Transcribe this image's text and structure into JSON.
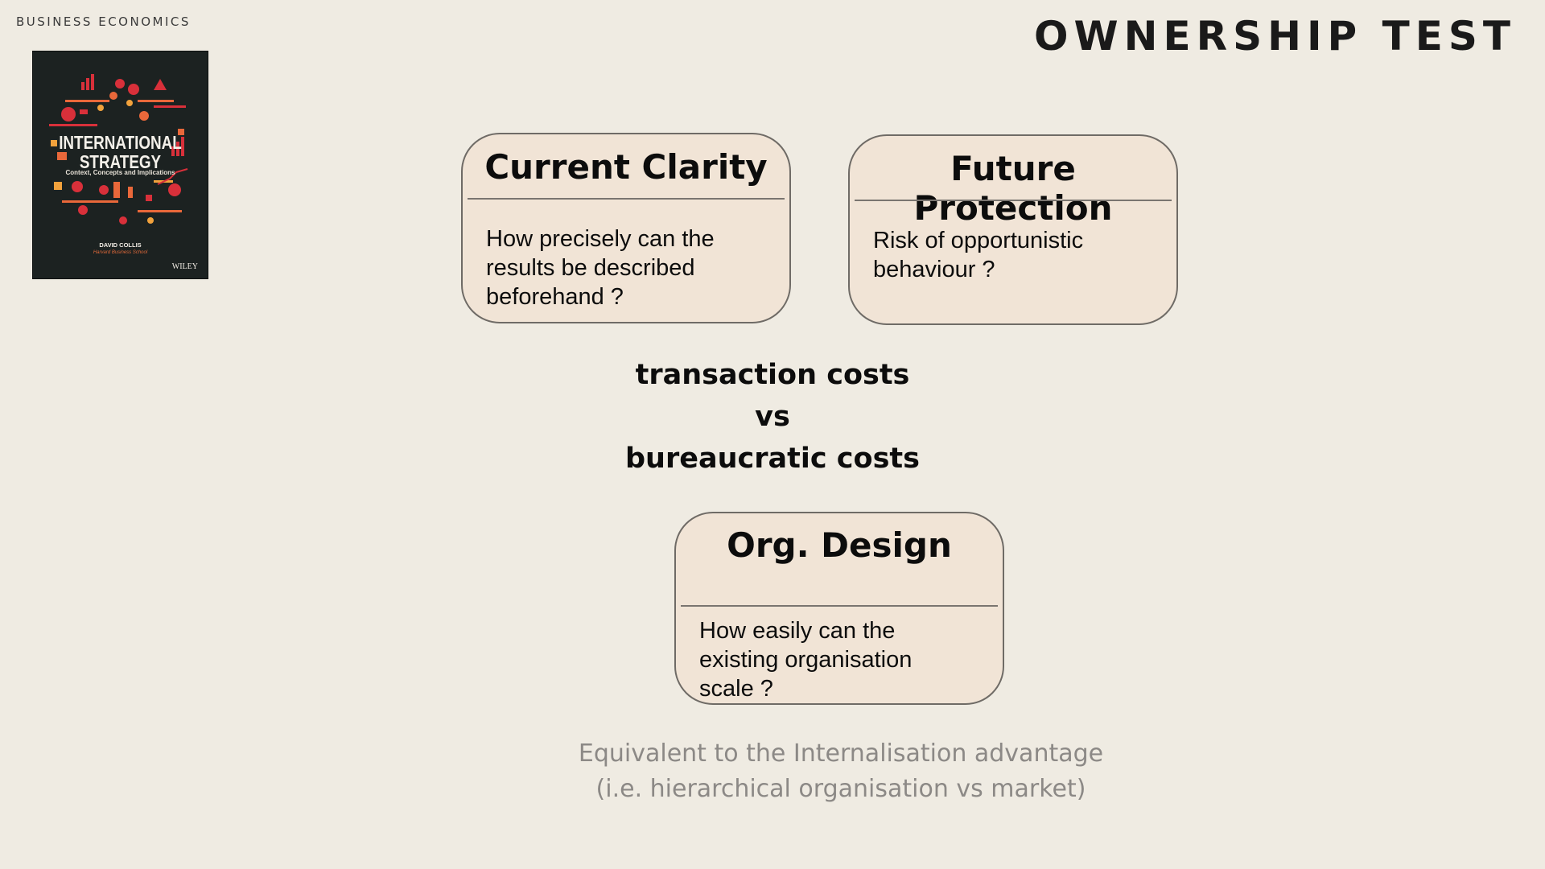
{
  "header": {
    "kicker": "BUSINESS ECONOMICS",
    "title": "OWNERSHIP TEST"
  },
  "book_cover": {
    "title_line1": "INTERNATIONAL",
    "title_line2": "STRATEGY",
    "subtitle": "Context, Concepts and Implications",
    "author": "DAVID COLLIS",
    "affiliation": "Harvard Business School",
    "publisher": "WILEY",
    "accent_colors": [
      "#d8303a",
      "#e9683a",
      "#f2a23c"
    ]
  },
  "cards": [
    {
      "title": "Current Clarity",
      "body_lines": [
        "How precisely can the",
        "results be described",
        "beforehand ?"
      ]
    },
    {
      "title": "Future Protection",
      "body_lines": [
        "Risk of opportunistic",
        "behaviour  ?"
      ]
    },
    {
      "title": "Org. Design",
      "body_lines": [
        "How easily can the",
        "existing organisation",
        "scale  ?"
      ]
    }
  ],
  "comparison": {
    "line1": "transaction costs",
    "line2": "vs",
    "line3": "bureaucratic costs"
  },
  "footnote": {
    "line1": "Equivalent to the Internalisation advantage",
    "line2": "(i.e. hierarchical organisation vs market)"
  },
  "colors": {
    "background": "#efebe2",
    "card_fill": "#f1e4d6",
    "card_border": "#6f6b66",
    "footnote_text": "#8c8986"
  }
}
